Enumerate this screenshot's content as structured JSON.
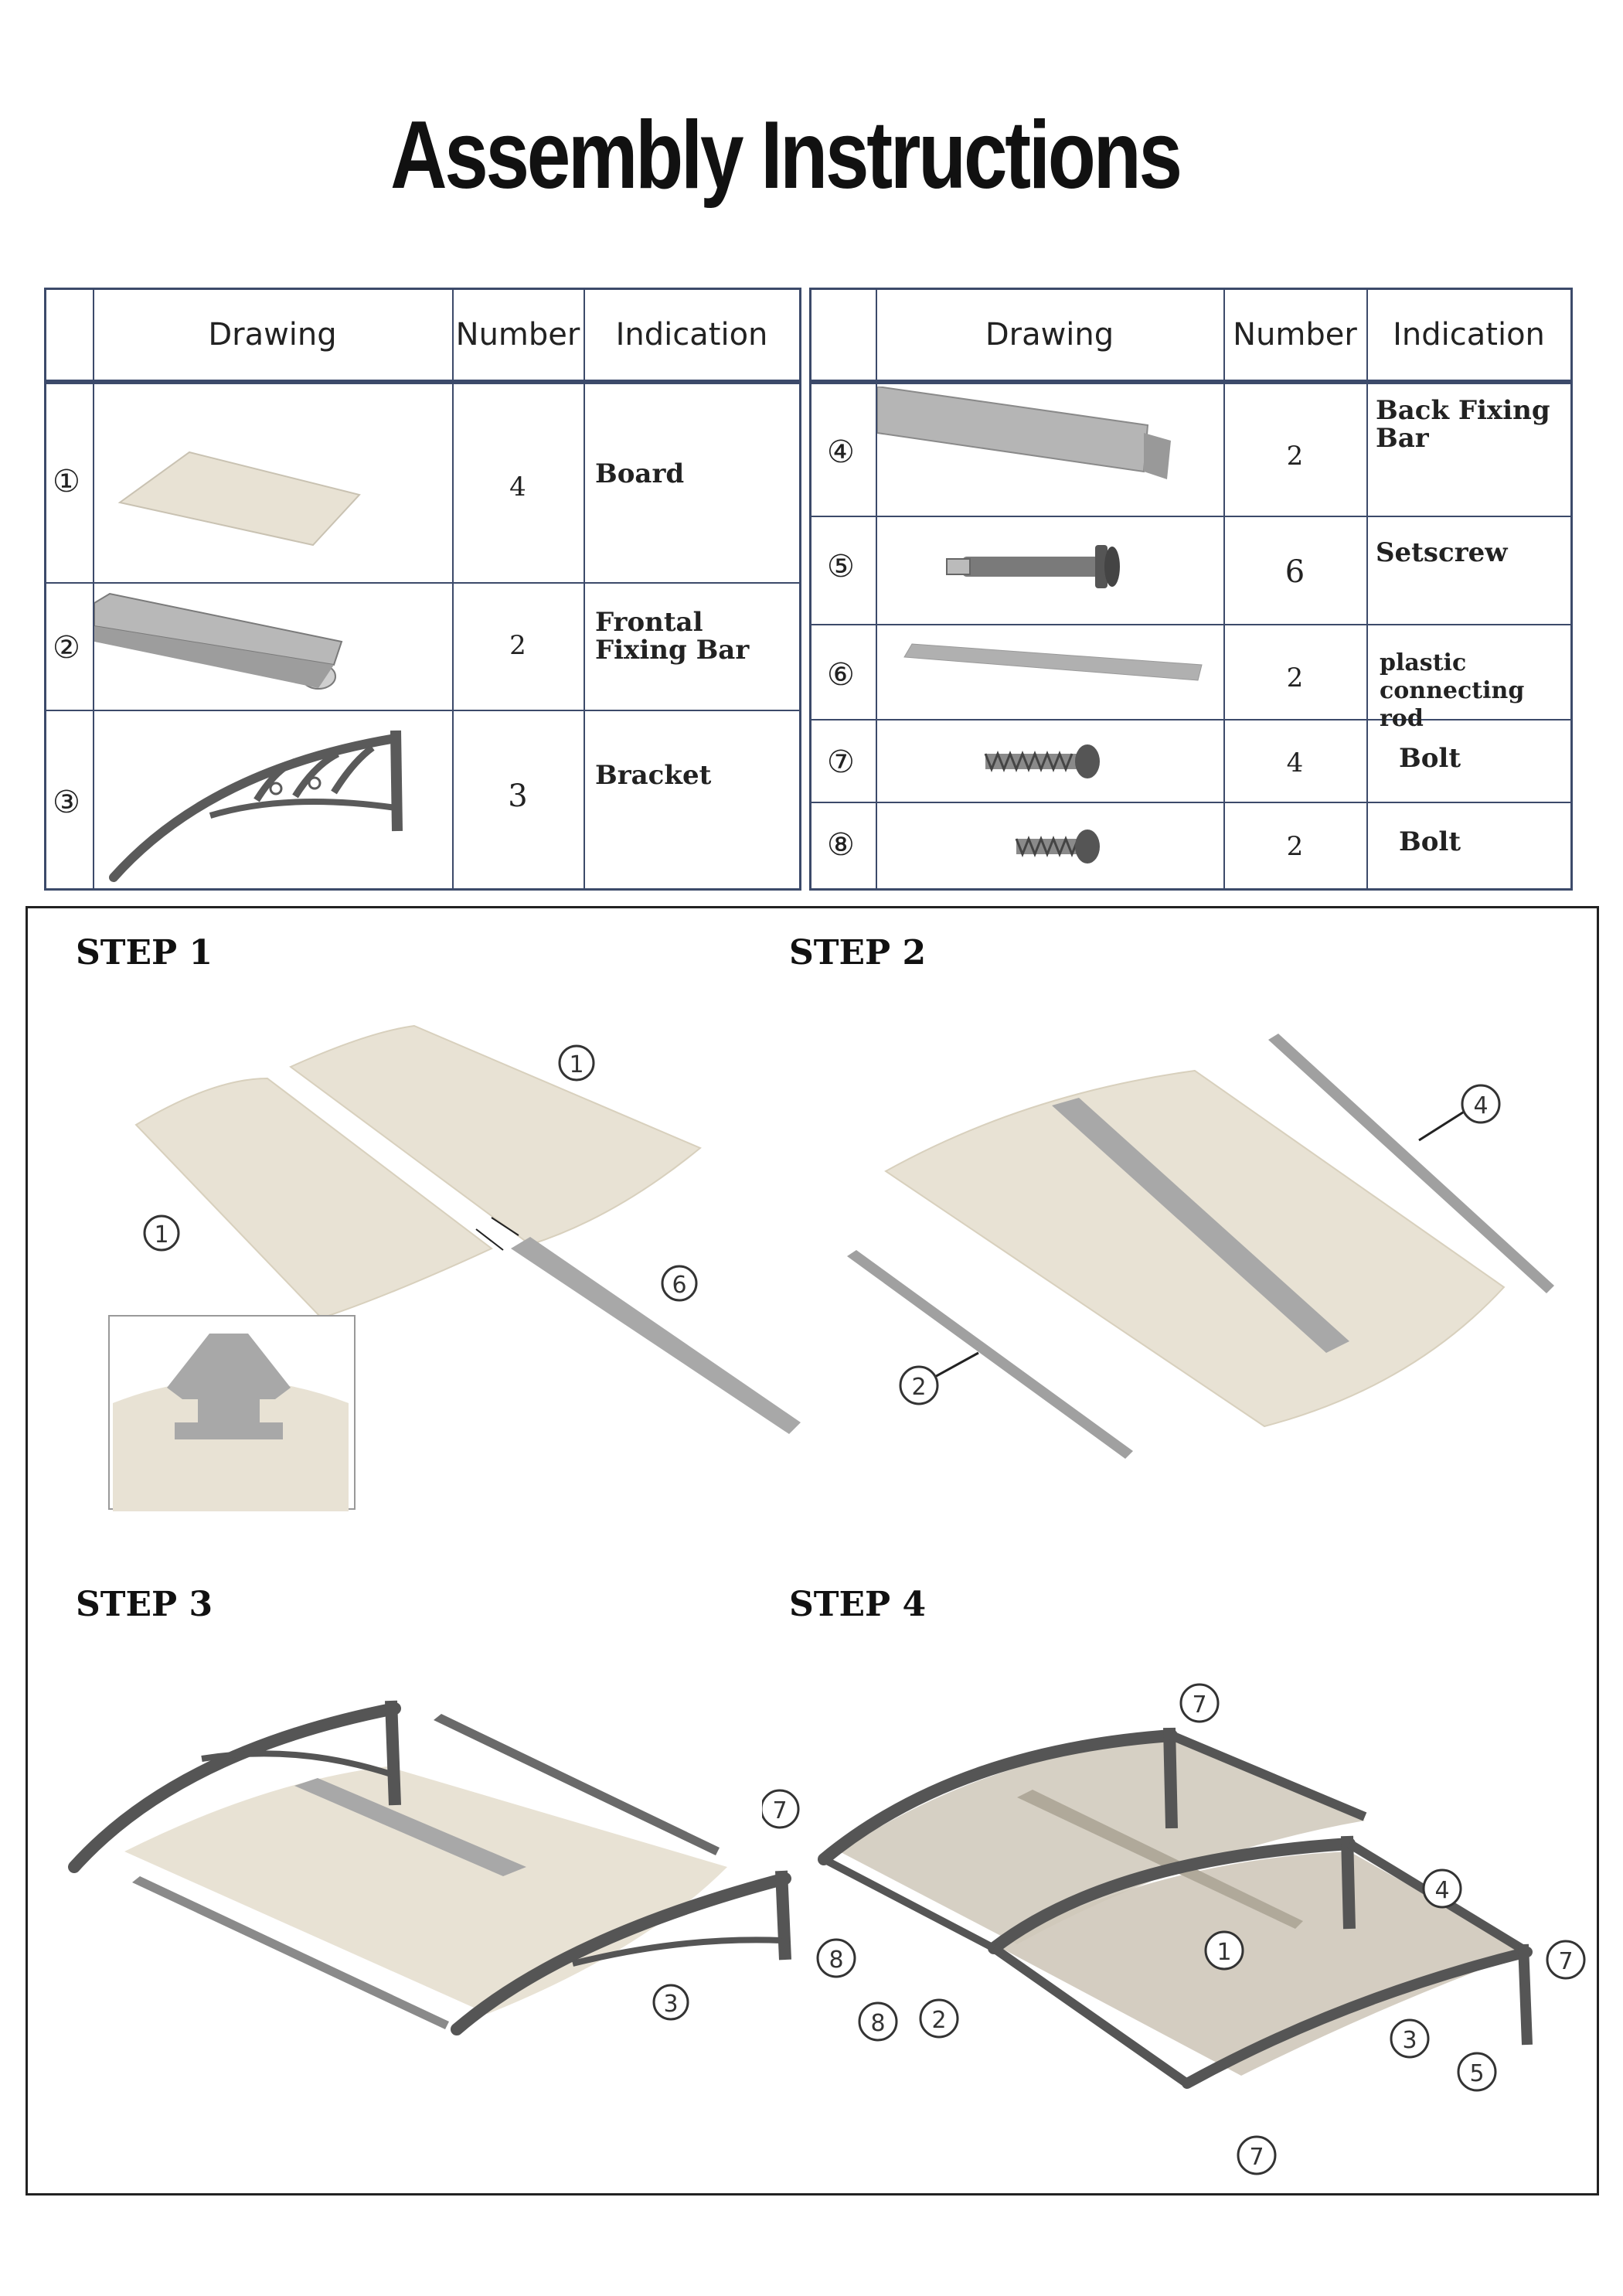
{
  "title": "Assembly Instructions",
  "table": {
    "headers": {
      "drawing": "Drawing",
      "number": "Number",
      "indication": "Indication"
    },
    "left_rows": [
      {
        "index": "①",
        "number": "4",
        "indication": "Board",
        "icon": "board-icon"
      },
      {
        "index": "②",
        "number": "2",
        "indication": "Frontal Fixing Bar",
        "icon": "frontal-fixing-bar-icon"
      },
      {
        "index": "③",
        "number": "3",
        "indication": "Bracket",
        "icon": "bracket-icon"
      }
    ],
    "right_rows": [
      {
        "index": "④",
        "number": "2",
        "indication": "Back Fixing Bar",
        "icon": "back-fixing-bar-icon"
      },
      {
        "index": "⑤",
        "number": "6",
        "indication": "Setscrew",
        "icon": "setscrew-icon"
      },
      {
        "index": "⑥",
        "number": "2",
        "indication": "plastic connecting rod",
        "icon": "connecting-rod-icon"
      },
      {
        "index": "⑦",
        "number": "4",
        "indication": "Bolt",
        "icon": "bolt-icon"
      },
      {
        "index": "⑧",
        "number": "2",
        "indication": "Bolt",
        "icon": "bolt-icon"
      }
    ]
  },
  "steps": [
    {
      "label": "STEP 1",
      "callouts": [
        "1",
        "1",
        "6"
      ]
    },
    {
      "label": "STEP 2",
      "callouts": [
        "4",
        "2"
      ]
    },
    {
      "label": "STEP 3",
      "callouts": [
        "3"
      ]
    },
    {
      "label": "STEP 4",
      "callouts": [
        "7",
        "7",
        "4",
        "1",
        "8",
        "8",
        "2",
        "7",
        "3",
        "5",
        "7"
      ]
    }
  ],
  "colors": {
    "board": "#e8e2d4",
    "bar": "#a9a9a9",
    "bracket": "#5a5a5a",
    "table_line": "#3c4a6a"
  }
}
